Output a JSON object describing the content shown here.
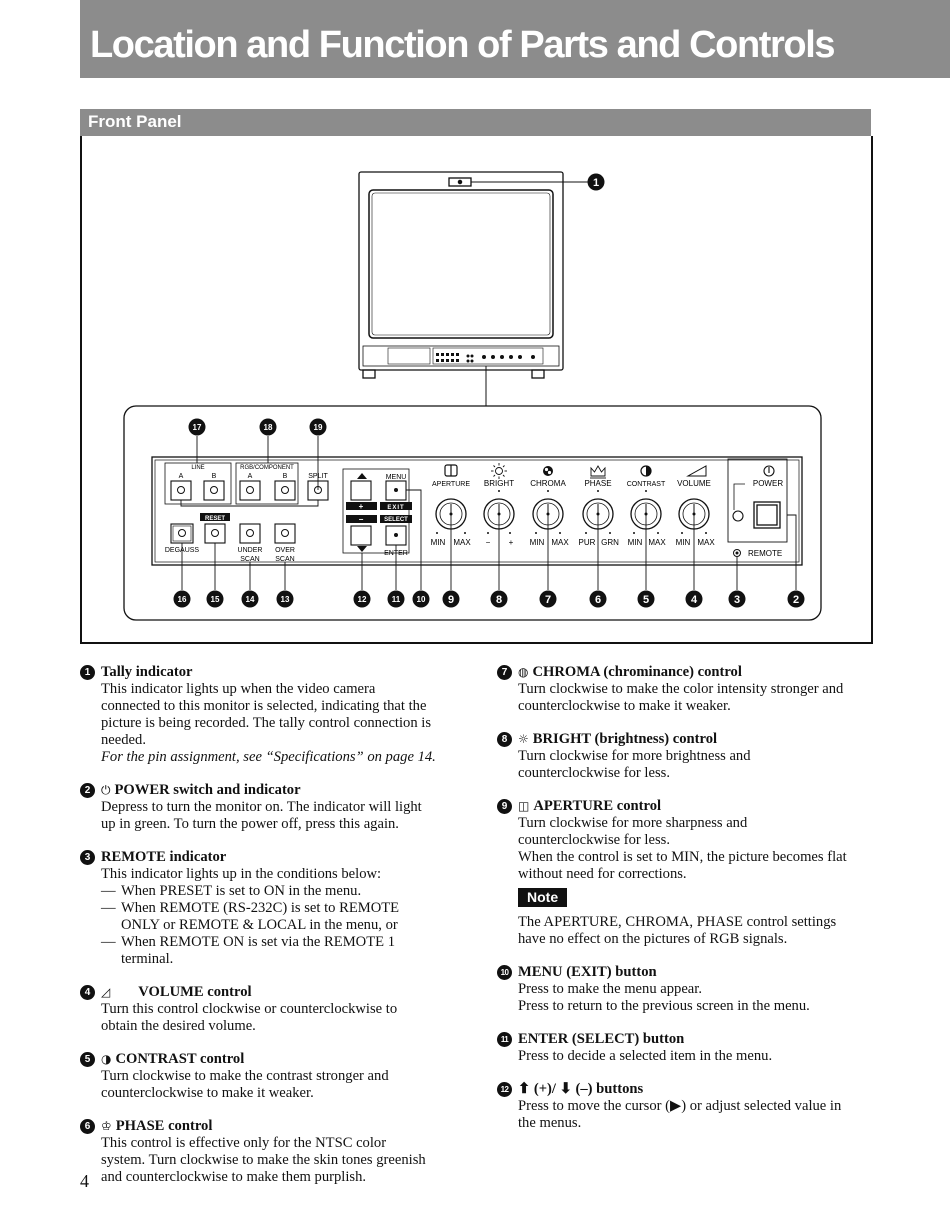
{
  "page_title": "Location and Function of Parts and Controls",
  "section_title": "Front Panel",
  "figure": {
    "callout_numbers": [
      "1",
      "2",
      "3",
      "4",
      "5",
      "6",
      "7",
      "8",
      "9",
      "10",
      "11",
      "12",
      "13",
      "14",
      "15",
      "16",
      "17",
      "18",
      "19"
    ],
    "labels": {
      "line": "LINE",
      "a": "A",
      "b": "B",
      "rgb_component": "RGB/COMPONENT",
      "split": "SPLIT",
      "menu": "MENU",
      "exit": "EXIT",
      "select": "SELECT",
      "enter": "ENTER",
      "plus": "+",
      "minus": "−",
      "reset": "RESET",
      "degauss": "DEGAUSS",
      "under": "UNDER",
      "over": "OVER",
      "scan": "SCAN",
      "aperture": "APERTURE",
      "bright": "BRIGHT",
      "chroma": "CHROMA",
      "phase": "PHASE",
      "contrast": "CONTRAST",
      "volume": "VOLUME",
      "power": "POWER",
      "remote": "REMOTE",
      "min": "MIN",
      "max": "MAX",
      "pur": "PUR",
      "grn": "GRN",
      "dash": "−",
      "plus_sign": "+"
    }
  },
  "items": [
    {
      "num": "1",
      "title": "Tally indicator",
      "lines": [
        "This indicator lights up when the video camera",
        "connected to this monitor is selected, indicating that the",
        "picture is being recorded. The tally control connection is",
        "needed."
      ],
      "italic": "For the pin assignment, see “Specifications” on page 14."
    },
    {
      "num": "2",
      "symbol": "⏻",
      "title": "POWER switch and indicator",
      "lines": [
        "Depress to turn the monitor on. The indicator will light",
        "up in green. To turn the power off, press this again."
      ]
    },
    {
      "num": "3",
      "title": "REMOTE indicator",
      "lines": [
        "This indicator lights up in the conditions below:"
      ],
      "dashes": [
        [
          "When PRESET is set to ON in the menu."
        ],
        [
          "When REMOTE (RS-232C) is set to REMOTE",
          "ONLY or REMOTE & LOCAL in the menu, or"
        ],
        [
          "When REMOTE ON is set via the REMOTE 1",
          "terminal."
        ]
      ]
    },
    {
      "num": "4",
      "symbol": "◿",
      "title": "VOLUME control",
      "lines": [
        "Turn this control clockwise or counterclockwise to",
        "obtain the desired volume."
      ]
    },
    {
      "num": "5",
      "symbol": "◑",
      "title": "CONTRAST control",
      "lines": [
        "Turn clockwise to make the contrast stronger and",
        "counterclockwise to make it weaker."
      ]
    },
    {
      "num": "6",
      "symbol": "♔",
      "title": "PHASE control",
      "lines": [
        "This control is effective only for the NTSC color",
        "system. Turn clockwise to make the skin tones greenish",
        "and counterclockwise to make them purplish."
      ]
    },
    {
      "num": "7",
      "symbol": "◍",
      "title": "CHROMA (chrominance) control",
      "lines": [
        "Turn clockwise to make the color intensity stronger and",
        "counterclockwise to make it weaker."
      ]
    },
    {
      "num": "8",
      "symbol": "☼",
      "title": "BRIGHT (brightness) control",
      "lines": [
        "Turn clockwise for more brightness and",
        "counterclockwise for less."
      ]
    },
    {
      "num": "9",
      "symbol": "◫",
      "title": "APERTURE control",
      "lines": [
        "Turn clockwise for more sharpness and",
        "counterclockwise for less.",
        "When the control is set to MIN, the picture becomes flat",
        "without need for corrections."
      ],
      "note_label": "Note",
      "note_lines": [
        "The APERTURE, CHROMA, PHASE control settings",
        "have no effect on the pictures of RGB signals."
      ]
    },
    {
      "num": "10",
      "title": "MENU (EXIT) button",
      "lines": [
        "Press to make the menu appear.",
        "Press to return to the previous screen in the menu."
      ]
    },
    {
      "num": "11",
      "title": "ENTER (SELECT) button",
      "lines": [
        "Press to decide a selected item in the menu."
      ]
    },
    {
      "num": "12",
      "title": "⬆ (+)/ ⬇ (–) buttons",
      "lines": [
        "Press to move the cursor (▶) or adjust selected value in",
        "the menus."
      ]
    }
  ],
  "page_number": "4"
}
